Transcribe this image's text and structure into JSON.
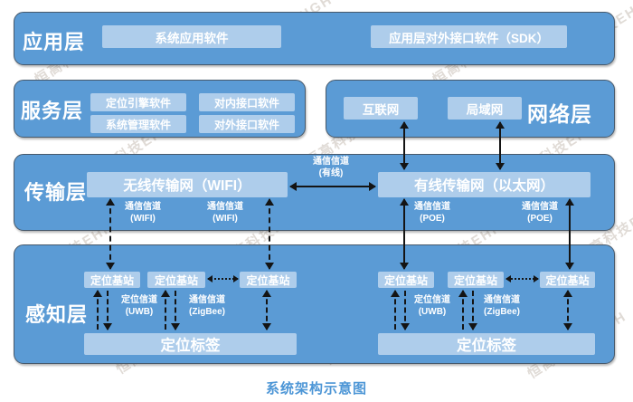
{
  "watermark": {
    "text": "恒高科技EHIGH"
  },
  "caption": {
    "text": "系统架构示意图"
  },
  "colors": {
    "band": "#5B9BD5",
    "node_box": "#AECDEB",
    "caption_text": "#4D96D6",
    "arrow": "#141414",
    "background": "#FFFFFF"
  },
  "layers": {
    "application": {
      "label": "应用层",
      "app_software": "系统应用软件",
      "sdk_software": "应用层对外接口软件（SDK）"
    },
    "service": {
      "label": "服务层",
      "engine": "定位引擎软件",
      "internal_if": "对内接口软件",
      "management": "系统管理软件",
      "external_if": "对外接口软件"
    },
    "network": {
      "label": "网络层",
      "internet": "互联网",
      "lan": "局域网"
    },
    "transport": {
      "label": "传输层",
      "wireless": "无线传输网（WIFI）",
      "wired": "有线传输网（以太网）"
    },
    "perception": {
      "label": "感知层",
      "station": "定位基站",
      "tag": "定位标签"
    }
  },
  "channels": {
    "wired": {
      "l1": "通信信道",
      "l2": "(有线)"
    },
    "wifi": {
      "l1": "通信信道",
      "l2": "(WIFI)"
    },
    "poe": {
      "l1": "通信信道",
      "l2": "(POE)"
    },
    "uwb": {
      "l1": "定位信道",
      "l2": "(UWB)"
    },
    "zigbee": {
      "l1": "通信信道",
      "l2": "(ZigBee)"
    }
  }
}
